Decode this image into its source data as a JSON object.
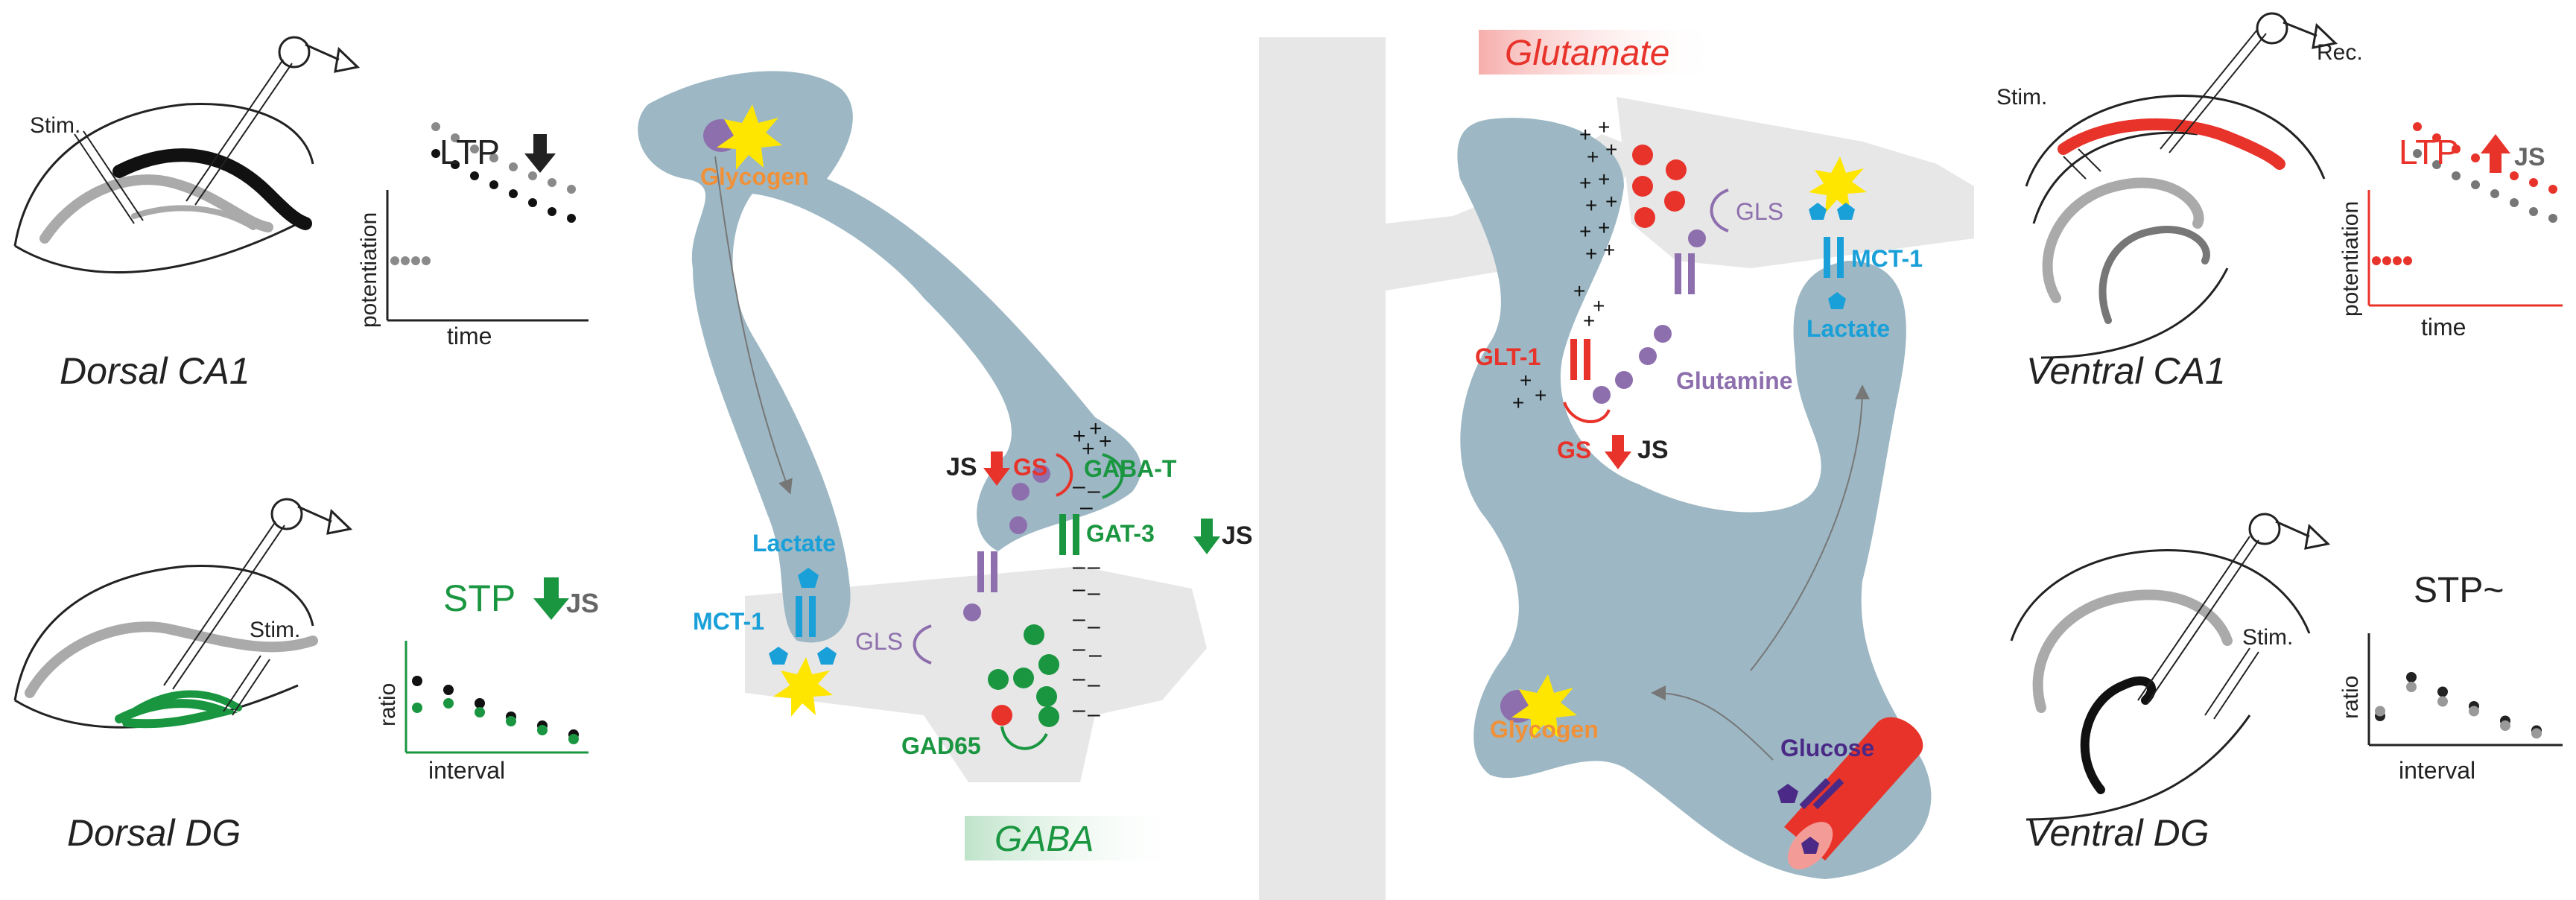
{
  "labels": {
    "dorsal_ca1": "Dorsal CA1",
    "dorsal_dg": "Dorsal DG",
    "ventral_ca1": "Ventral CA1",
    "ventral_dg": "Ventral DG",
    "stim": "Stim.",
    "rec": "Rec.",
    "ltp": "LTP",
    "stp": "STP",
    "stp_tilde": "STP~",
    "js": "JS",
    "potentiation": "potentiation",
    "time": "time",
    "ratio": "ratio",
    "interval": "interval",
    "glycogen": "Glycogen",
    "lactate": "Lactate",
    "mct1": "MCT-1",
    "gls": "GLS",
    "gad65": "GAD65",
    "gs": "GS",
    "gaba_t": "GABA-T",
    "gat3": "GAT-3",
    "glt1": "GLT-1",
    "glutamine": "Glutamine",
    "glucose": "Glucose",
    "gaba": "GABA",
    "glutamate": "Glutamate"
  },
  "colors": {
    "astrocyte": "#9db8c4",
    "neuron": "#e6e6e6",
    "gaba_green": "#1a9641",
    "glutamate_red": "#e8332b",
    "lactate_blue": "#1aa0d8",
    "glycogen_orange": "#f0913a",
    "gln_purple": "#8e6fae",
    "glucose_purple": "#4a2a86",
    "plot_grey": "#8a8a8a",
    "text_dark": "#222222"
  },
  "plots": {
    "dorsal_ltp": {
      "baseline": [
        1,
        1,
        1,
        1
      ],
      "upper_grey": [
        1.6,
        1.55,
        1.5,
        1.46,
        1.42,
        1.38,
        1.35,
        1.32
      ],
      "lower_black": [
        1.48,
        1.43,
        1.38,
        1.34,
        1.3,
        1.26,
        1.22,
        1.19
      ]
    },
    "ventral_ltp": {
      "baseline": [
        1,
        1,
        1,
        1
      ],
      "upper_red": [
        1.6,
        1.55,
        1.5,
        1.46,
        1.42,
        1.38,
        1.35,
        1.32
      ],
      "lower_grey": [
        1.48,
        1.43,
        1.38,
        1.34,
        1.3,
        1.26,
        1.22,
        1.19
      ]
    },
    "dorsal_stp": {
      "black": [
        1.8,
        1.7,
        1.55,
        1.4,
        1.3,
        1.2
      ],
      "green": [
        1.5,
        1.55,
        1.45,
        1.35,
        1.25,
        1.15
      ]
    },
    "ventral_stp": {
      "black": [
        1.3,
        1.7,
        1.55,
        1.4,
        1.25,
        1.15
      ],
      "grey": [
        1.35,
        1.6,
        1.45,
        1.35,
        1.2,
        1.12
      ]
    }
  }
}
